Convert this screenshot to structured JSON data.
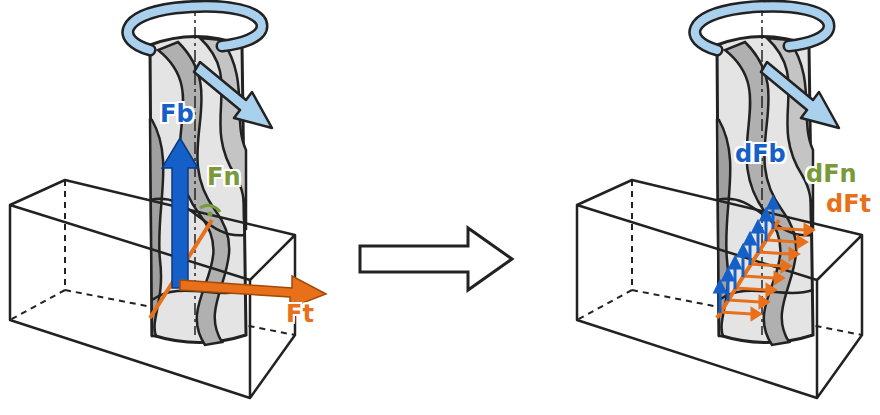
{
  "diagram": {
    "labels": [
      "Fb",
      "Fn",
      "Ft",
      "dFb",
      "dFn",
      "dFt"
    ]
  }
}
